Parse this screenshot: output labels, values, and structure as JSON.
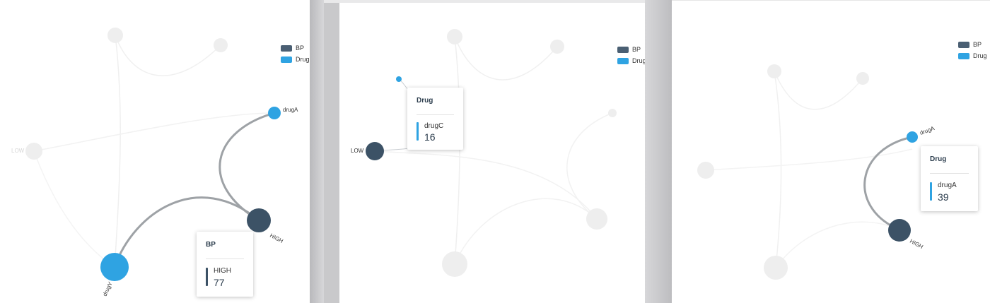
{
  "legend": {
    "items": [
      {
        "label": "BP",
        "color": "#4a5f73"
      },
      {
        "label": "Drug",
        "color": "#2fa3e2"
      }
    ]
  },
  "panels": [
    {
      "node_labels": {
        "high": "HIGH",
        "drug_a": "drugA",
        "drug_y": "drugY"
      },
      "tooltip": {
        "title": "BP",
        "name": "HIGH",
        "value": "77"
      }
    },
    {
      "node_labels": {
        "low": "LOW"
      },
      "tooltip": {
        "title": "Drug",
        "name": "drugC",
        "value": "16"
      }
    },
    {
      "node_labels": {
        "drug_a": "drugA",
        "high": "HIGH"
      },
      "tooltip": {
        "title": "Drug",
        "name": "drugA",
        "value": "39"
      }
    }
  ],
  "colors": {
    "bp_node": "#3c5266",
    "drug_node": "#2fa3e2",
    "link_active": "#9ea2a6",
    "faded_node": "#eeeeee"
  }
}
